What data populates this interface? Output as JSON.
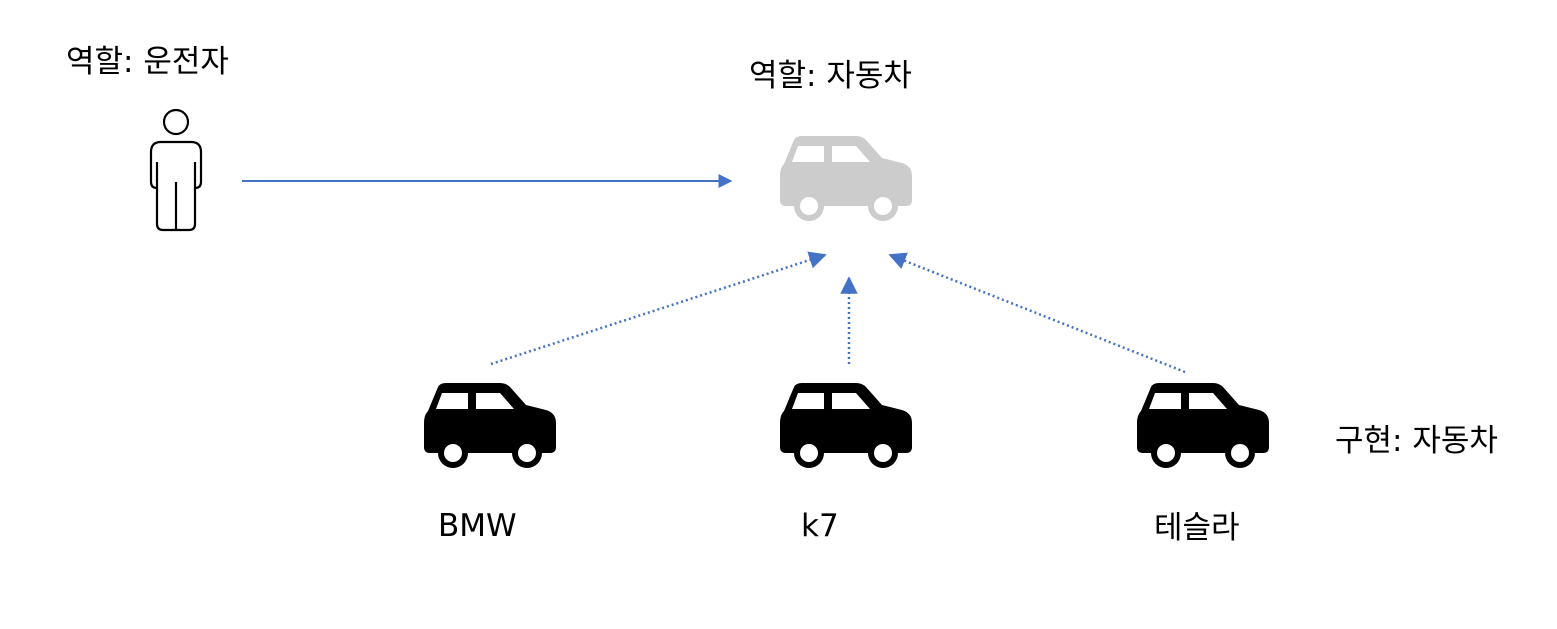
{
  "roles": {
    "driver_label": "역할: 운전자",
    "car_label": "역할: 자동차"
  },
  "implementation": {
    "label": "구현: 자동차",
    "cars": [
      {
        "name": "BMW"
      },
      {
        "name": "k7"
      },
      {
        "name": "테슬라"
      }
    ]
  },
  "colors": {
    "arrow": "#4472C4",
    "role_car": "#CCCCCC",
    "impl_car": "#000000",
    "text": "#000000"
  },
  "icons": {
    "driver": "person-outline-icon",
    "role_car": "car-icon",
    "impl_car": "car-icon"
  }
}
